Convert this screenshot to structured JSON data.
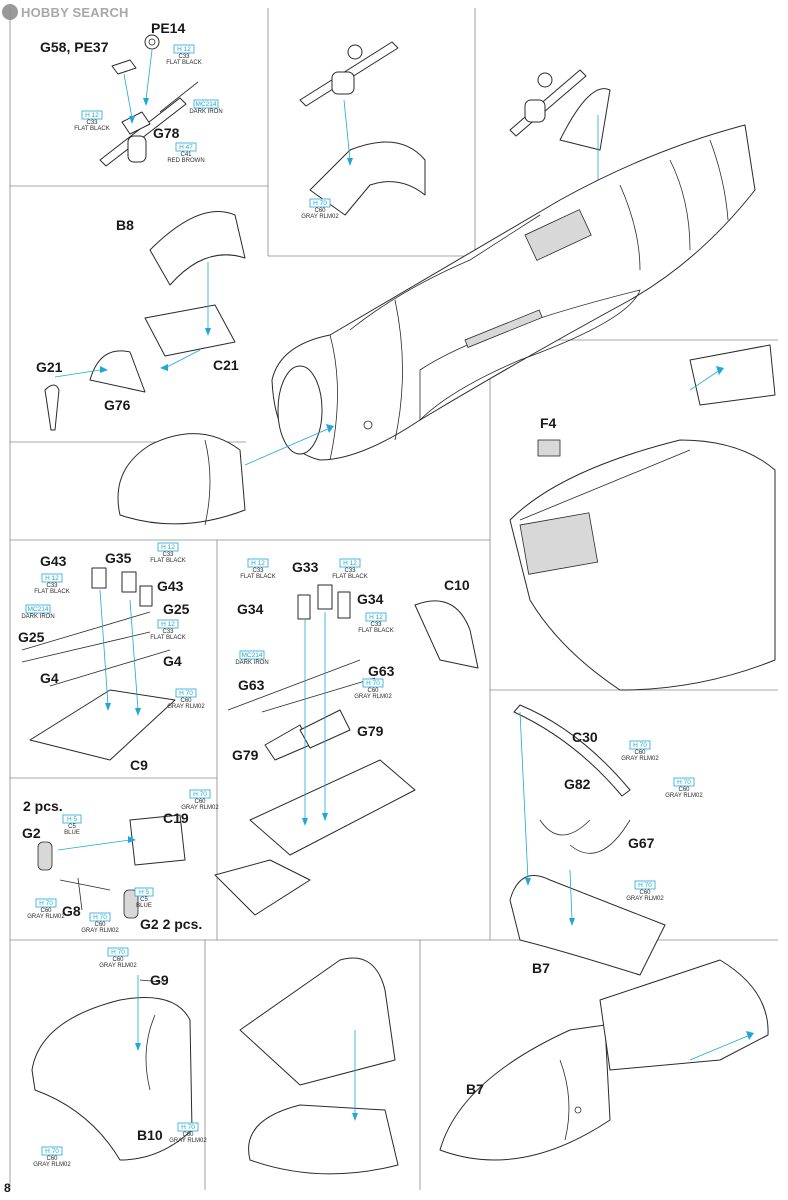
{
  "watermark": "HOBBY SEARCH",
  "page_number": "8",
  "part_labels": [
    "PE14",
    "G58, PE37",
    "G78",
    "B8",
    "G21",
    "G76",
    "C21",
    "F4",
    "G43",
    "G35",
    "G43",
    "G25",
    "G25",
    "G4",
    "G4",
    "C9",
    "G33",
    "G34",
    "G34",
    "C10",
    "G63",
    "G63",
    "G79",
    "G79",
    "2 pcs.",
    "G2",
    "C19",
    "G8",
    "G2 2 pcs.",
    "C30",
    "G82",
    "G67",
    "B7",
    "G9",
    "B10",
    "B7"
  ],
  "paint_callouts": [
    {
      "code": "H 12",
      "name": "C33",
      "desc": "FLAT BLACK"
    },
    {
      "code": "MC214",
      "name": "",
      "desc": "DARK IRON"
    },
    {
      "code": "H 12",
      "name": "C33",
      "desc": "FLAT BLACK"
    },
    {
      "code": "H 47",
      "name": "C41",
      "desc": "RED BROWN"
    },
    {
      "code": "H 70",
      "name": "C60",
      "desc": "GRAY RLM02"
    },
    {
      "code": "H 12",
      "name": "C33",
      "desc": "FLAT BLACK"
    },
    {
      "code": "H 12",
      "name": "C33",
      "desc": "FLAT BLACK"
    },
    {
      "code": "H 12",
      "name": "C33",
      "desc": "FLAT BLACK"
    },
    {
      "code": "MC214",
      "name": "",
      "desc": "DARK IRON"
    },
    {
      "code": "H 12",
      "name": "C33",
      "desc": "FLAT BLACK"
    },
    {
      "code": "H 70",
      "name": "C60",
      "desc": "GRAY RLM02"
    },
    {
      "code": "H 12",
      "name": "C33",
      "desc": "FLAT BLACK"
    },
    {
      "code": "H 12",
      "name": "C33",
      "desc": "FLAT BLACK"
    },
    {
      "code": "H 70",
      "name": "C60",
      "desc": "GRAY RLM02"
    },
    {
      "code": "MC214",
      "name": "",
      "desc": "DARK IRON"
    },
    {
      "code": "H 70",
      "name": "C60",
      "desc": "GRAY RLM02"
    },
    {
      "code": "H 70",
      "name": "C60",
      "desc": "GRAY RLM02"
    },
    {
      "code": "H 5",
      "name": "C5",
      "desc": "BLUE"
    },
    {
      "code": "H 70",
      "name": "C60",
      "desc": "GRAY RLM02"
    },
    {
      "code": "H 70",
      "name": "C60",
      "desc": "GRAY RLM02"
    },
    {
      "code": "H 5",
      "name": "C5",
      "desc": "BLUE"
    },
    {
      "code": "H 70",
      "name": "C60",
      "desc": "GRAY RLM02"
    },
    {
      "code": "H 70",
      "name": "C60",
      "desc": "GRAY RLM02"
    },
    {
      "code": "H 70",
      "name": "C60",
      "desc": "GRAY RLM02"
    },
    {
      "code": "H 70",
      "name": "C60",
      "desc": "GRAY RLM02"
    },
    {
      "code": "H 70",
      "name": "C60",
      "desc": "GRAY RLM02"
    }
  ],
  "colors": {
    "callout_accent": "#1ea8d8",
    "line": "#2a2a2a",
    "divider": "#8a8a8a"
  }
}
